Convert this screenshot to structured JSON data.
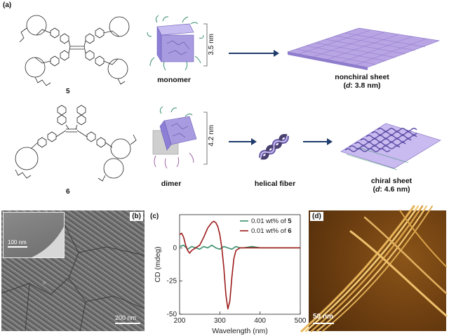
{
  "labels": {
    "panel_a": "(a)",
    "panel_b": "(b)",
    "panel_c": "(c)",
    "panel_d": "(d)",
    "compound_5": "5",
    "compound_6": "6",
    "monomer": "monomer",
    "dimer": "dimer",
    "helical_fiber": "helical fiber",
    "size_monomer": "3.5 nm",
    "size_dimer": "4.2 nm",
    "nonchiral_sheet": "nonchiral sheet",
    "nonchiral_d_prefix": "(",
    "nonchiral_d_var": "d",
    "nonchiral_d_value": ": 3.8 nm)",
    "chiral_sheet": "chiral sheet",
    "chiral_d_prefix": "(",
    "chiral_d_var": "d",
    "chiral_d_value": ": 4.6 nm)",
    "sem_inset_scale": "100 nm",
    "sem_scale": "200 nm",
    "afm_scale": "50 nm"
  },
  "colors": {
    "arrow": "#1f3b6b",
    "series5": "#3a8f6d",
    "series6": "#9c1b1b",
    "cube": "#a89be0",
    "sheet": "#b9a5e4"
  },
  "chart_data": {
    "type": "line",
    "xlabel": "Wavelength (nm)",
    "ylabel": "CD (mdeg)",
    "xlim": [
      200,
      500
    ],
    "ylim": [
      -50,
      25
    ],
    "xticks": [
      200,
      300,
      400,
      500
    ],
    "yticks": [
      -50,
      -25,
      0
    ],
    "legend_position": "top-right",
    "series": [
      {
        "name_prefix": "0.01 wt% of ",
        "name_compound": "5",
        "color": "#3a8f6d",
        "x": [
          200,
          210,
          220,
          230,
          240,
          250,
          260,
          270,
          280,
          290,
          300,
          310,
          320,
          330,
          340,
          350,
          360,
          380,
          400,
          420,
          440,
          460,
          480,
          500
        ],
        "y": [
          1,
          2,
          -1,
          1,
          0,
          -1,
          1,
          0,
          2,
          0,
          -1,
          1,
          0,
          -1,
          1,
          0,
          0,
          1,
          0,
          0,
          0,
          0,
          0,
          0
        ]
      },
      {
        "name_prefix": "0.01 wt% of ",
        "name_compound": "6",
        "color": "#9c1b1b",
        "x": [
          200,
          205,
          210,
          215,
          220,
          225,
          230,
          240,
          250,
          260,
          270,
          280,
          285,
          290,
          295,
          300,
          305,
          310,
          315,
          320,
          325,
          330,
          335,
          340,
          350,
          360,
          380,
          400,
          450,
          500
        ],
        "y": [
          10,
          11,
          8,
          2,
          -2,
          -4,
          -2,
          0,
          2,
          8,
          15,
          19,
          20,
          19,
          16,
          10,
          0,
          -15,
          -35,
          -46,
          -40,
          -22,
          -8,
          -2,
          0,
          0,
          0,
          0,
          0,
          0
        ]
      }
    ]
  }
}
